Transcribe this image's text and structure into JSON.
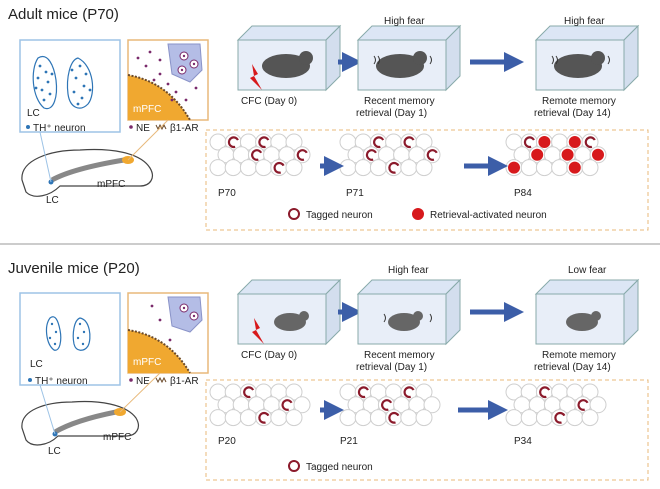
{
  "panels": [
    {
      "title": "Adult mice (P70)",
      "lc_label": "LC",
      "th_label": "TH⁺ neuron",
      "mpfc_label": "mPFC",
      "ne_label": "NE",
      "receptor_label": "β1-AR",
      "brain_lc": "LC",
      "brain_mpfc": "mPFC",
      "stage1": "CFC (Day 0)",
      "stage2_fear": "High fear",
      "stage2_l1": "Recent memory",
      "stage2_l2": "retrieval (Day 1)",
      "stage3_fear": "High fear",
      "stage3_l1": "Remote memory",
      "stage3_l2": "retrieval (Day 14)",
      "age1": "P70",
      "age2": "P71",
      "age3": "P84",
      "legend_tagged": "Tagged neuron",
      "legend_activated": "Retrieval-activated neuron"
    },
    {
      "title": "Juvenile mice (P20)",
      "lc_label": "LC",
      "th_label": "TH⁺ neuron",
      "mpfc_label": "mPFC",
      "ne_label": "NE",
      "receptor_label": "β1-AR",
      "brain_lc": "LC",
      "brain_mpfc": "mPFC",
      "stage1": "CFC (Day 0)",
      "stage2_fear": "High fear",
      "stage2_l1": "Recent memory",
      "stage2_l2": "retrieval (Day 1)",
      "stage3_fear": "Low fear",
      "stage3_l1": "Remote memory",
      "stage3_l2": "retrieval (Day 14)",
      "age1": "P20",
      "age2": "P21",
      "age3": "P34",
      "legend_tagged": "Tagged neuron"
    }
  ],
  "colors": {
    "tagged": "#8b1a2b",
    "activated": "#d7191c",
    "arrow": "#3c5ea8",
    "dash": "#e8b97a",
    "box_blue": "#9dc3e6",
    "mpfc_orange": "#f0a830"
  }
}
